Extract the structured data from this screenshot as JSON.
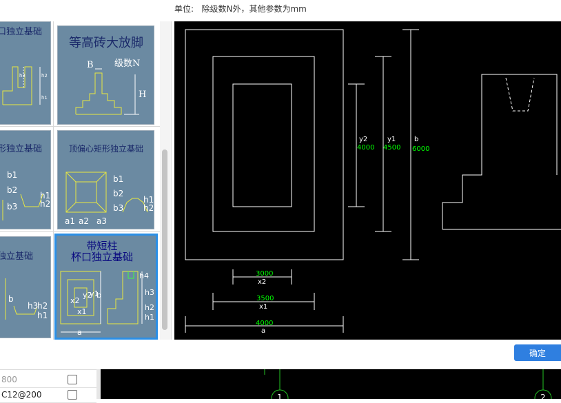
{
  "header": {
    "unit_note": "单位:   除级数N外，其他参数为mm"
  },
  "thumbnails": [
    {
      "title": "口独立基础",
      "labels": [
        "h3",
        "h2",
        "h1"
      ]
    },
    {
      "title": "等高砖大放脚",
      "labels": [
        "B",
        "级数N",
        "H"
      ]
    },
    {
      "title": "形独立基础",
      "labels": [
        "b1",
        "b2",
        "b3",
        "h1",
        "h2"
      ]
    },
    {
      "title": "顶偏心矩形独立基础",
      "labels": [
        "b1",
        "b2",
        "b3",
        "h1",
        "h2",
        "a1",
        "a2",
        "a3"
      ]
    },
    {
      "title": "独立基础",
      "labels": [
        "b",
        "h3",
        "h2",
        "h1"
      ]
    },
    {
      "title_line1": "带短柱",
      "title_line2": "杯口独立基础",
      "labels": [
        "x2",
        "y2",
        "x1",
        "y1",
        "b",
        "a",
        "h4",
        "h3",
        "h2",
        "h1"
      ]
    }
  ],
  "drawing": {
    "dims": {
      "x2": {
        "label": "x2",
        "value": "3000"
      },
      "x1": {
        "label": "x1",
        "value": "3500"
      },
      "a": {
        "label": "a",
        "value": "4000"
      },
      "y2": {
        "label": "y2",
        "value": "4000"
      },
      "y1": {
        "label": "y1",
        "value": "4500"
      },
      "b": {
        "label": "b",
        "value": "6000"
      }
    },
    "colors": {
      "line": "#ffffff",
      "value": "#00ff00",
      "background": "#000000"
    }
  },
  "footer": {
    "confirm_label": "确定"
  },
  "bottom_table": {
    "rows": [
      {
        "value": "800",
        "checked": false
      },
      {
        "value": "C12@200",
        "checked": false
      }
    ]
  },
  "bottom_canvas": {
    "axis_labels": [
      "1",
      "2"
    ]
  }
}
